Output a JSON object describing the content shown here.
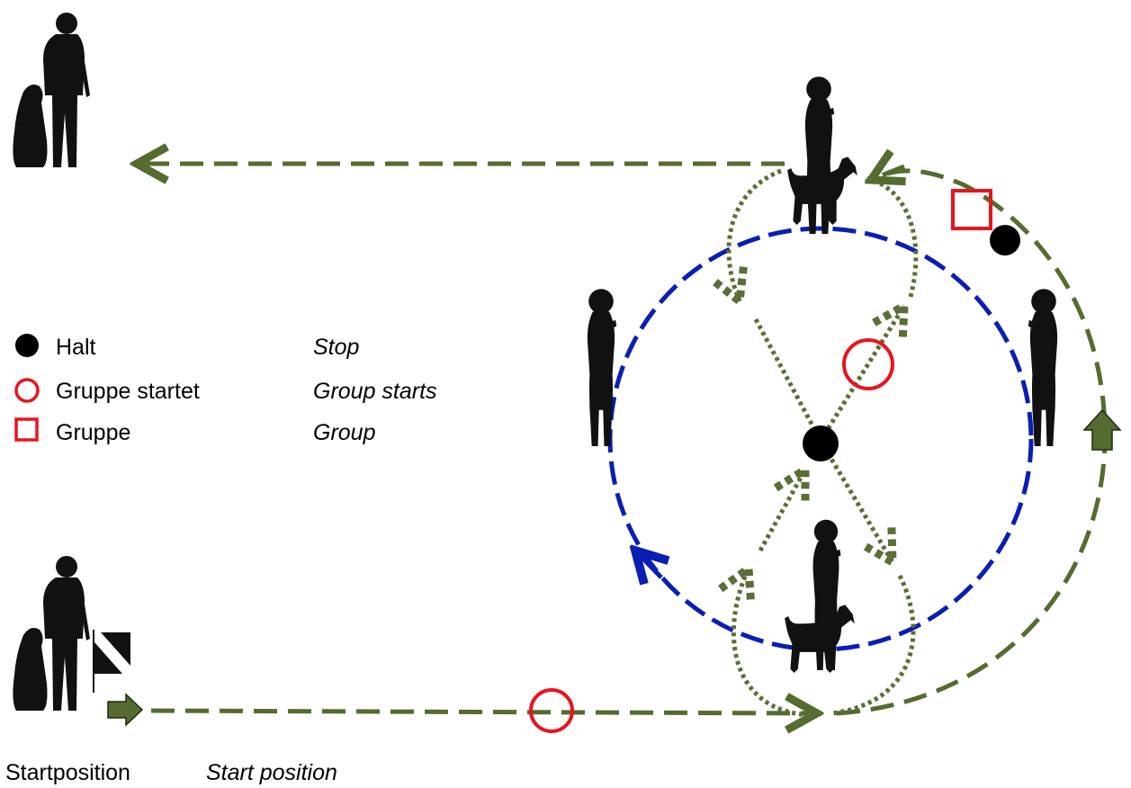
{
  "legend": {
    "halt_de": "Halt",
    "halt_en": "Stop",
    "group_starts_de": "Gruppe startet",
    "group_starts_en": "Group starts",
    "group_de": "Gruppe",
    "group_en": "Group"
  },
  "start": {
    "label_de": "Startposition",
    "label_en": "Start position"
  },
  "colors": {
    "path_green": "#556B2F",
    "dotted_green": "#5A6E35",
    "circle_blue": "#0A1EB4",
    "marker_red": "#E8141E",
    "silhouette": "#111111"
  },
  "icons": {
    "handler_with_dog": "person-with-sitting-dog-icon",
    "standing_person": "standing-person-icon",
    "dog": "terrier-dog-icon",
    "start_flag": "checkered-flag-icon",
    "arrow": "block-arrow-icon"
  }
}
